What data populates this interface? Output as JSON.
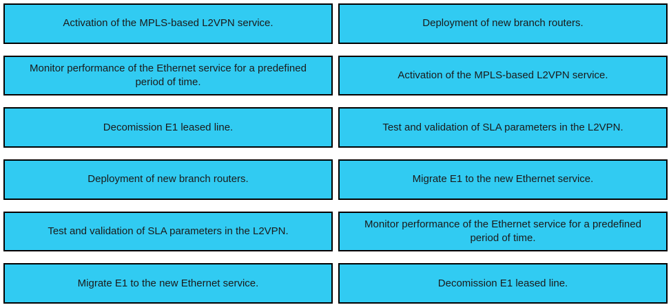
{
  "exercise": {
    "kind": "drag-and-drop-ordering",
    "left": [
      "Activation of the MPLS-based L2VPN service.",
      "Monitor performance of the Ethernet service for a predefined period of time.",
      "Decomission E1 leased line.",
      "Deployment of new branch routers.",
      "Test and validation of SLA parameters in the L2VPN.",
      "Migrate E1 to the new Ethernet service."
    ],
    "right": [
      "Deployment of new branch routers.",
      "Activation of the MPLS-based L2VPN service.",
      "Test and validation of SLA parameters in the L2VPN.",
      "Migrate E1 to the new Ethernet service.",
      "Monitor performance of the Ethernet service for a predefined period of time.",
      "Decomission E1 leased line."
    ]
  },
  "colors": {
    "card_background": "#31CBF2",
    "card_border": "#000000",
    "card_text": "#1a1a1a",
    "page_background": "#ffffff"
  }
}
